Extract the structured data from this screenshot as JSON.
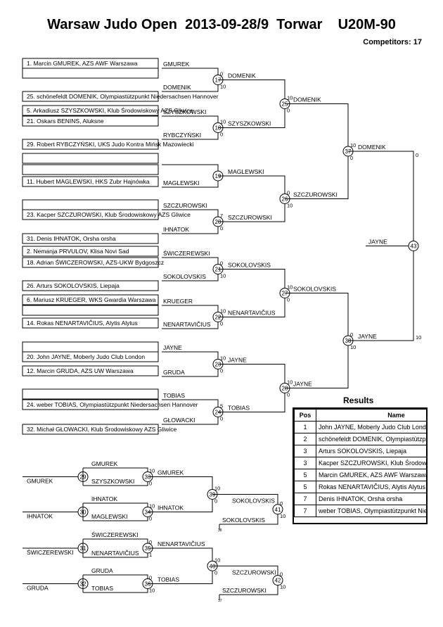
{
  "header": {
    "title": "Warsaw Judo Open  2013-09-28/9  Torwar    U20M-90",
    "competitors": "Competitors: 17"
  },
  "entries": [
    "1. Marcin GMUREK, AZS AWF Warszawa",
    "",
    "25. schönefeldt DOMENIK, Olympiastützpunkt Niedersachsen Hannover",
    "5. Arkadiusz SZYSZKOWSKI, Klub Środowiskowy AZS Gliwice",
    "21. Oskars BENINS, Aluksne",
    "29. Robert RYBCZYŃSKI, UKS Judo Kontra Mińsk Mazowiecki",
    "",
    "11. Hubert MAGLEWSKI, HKS Zubr Hajnówka",
    "",
    "23. Kacper SZCZUROWSKI, Klub Środowiskowy AZS Gliwice",
    "31. Denis IHNATOK, Orsha orsha",
    "2. Nemanja PRVULOV, Klisa Novi Sad",
    "18. Adrian ŚWICZEROWSKI, AZS-UKW Bydgoszcz",
    "26. Arturs SOKOLOVSKIS, Liepaja",
    "6. Mariusz KRUEGER, WKS Gwardia Warszawa",
    "14. Rokas   NENARTAVIČIUS, Alytis Alytus",
    "20. John JAYNE, Moberly Judo Club London",
    "12. Marcin GRUDA, AZS UW Warszawa",
    "24. weber TOBIAS, Olympiastützpunkt Niedersachsen Hannover",
    "32. Michał GŁOWACKI, Klub Środowiskowy AZS Gliwice"
  ],
  "main_draw": {
    "r1": [
      {
        "top": "GMUREK",
        "bottom": "DOMENIK",
        "match": "17",
        "score_top": "0",
        "score_bottom": "10"
      },
      {
        "top": "SZYSZKOWSKI",
        "bottom": "RYBCZYŃSKI",
        "match": "18",
        "score_top": "10",
        "score_bottom": "0"
      },
      {
        "top": "",
        "bottom": "MAGLEWSKI",
        "match": "19",
        "score_top": "",
        "score_bottom": ""
      },
      {
        "top": "SZCZUROWSKI",
        "bottom": "IHNATOK",
        "match": "20",
        "score_top": "7",
        "score_bottom": "0"
      },
      {
        "top": "ŚWICZEREWSKI",
        "bottom": "SOKOLOVSKIS",
        "match": "21",
        "score_top": "0",
        "score_bottom": "10"
      },
      {
        "top": "KRUEGER",
        "bottom": "NENARTAVIČIUS",
        "match": "22",
        "score_top": "10",
        "score_bottom": "0"
      },
      {
        "top": "JAYNE",
        "bottom": "GRUDA",
        "match": "23",
        "score_top": "10",
        "score_bottom": "0"
      },
      {
        "top": "TOBIAS",
        "bottom": "GŁOWACKI",
        "match": "24",
        "score_top": "5",
        "score_bottom": "0"
      }
    ],
    "r2": [
      {
        "top": "DOMENIK",
        "bottom": "SZYSZKOWSKI",
        "match": "25",
        "score_top": "10",
        "score_bottom": "0"
      },
      {
        "top": "MAGLEWSKI",
        "bottom": "SZCZUROWSKI",
        "match": "26",
        "score_top": "0",
        "score_bottom": "10"
      },
      {
        "top": "SOKOLOVSKIS",
        "bottom": "NENARTAVIČIUS",
        "match": "27",
        "score_top": "10",
        "score_bottom": "0"
      },
      {
        "top": "JAYNE",
        "bottom": "TOBIAS",
        "match": "28",
        "score_top": "10",
        "score_bottom": "0"
      }
    ],
    "r3": [
      {
        "top": "DOMENIK",
        "bottom": "SZCZUROWSKI",
        "match": "37",
        "score_top": "10",
        "score_bottom": "0"
      },
      {
        "top": "SOKOLOVSKIS",
        "bottom": "JAYNE",
        "match": "38",
        "score_top": "0",
        "score_bottom": "10"
      }
    ],
    "final": {
      "top": "DOMENIK",
      "bottom": "JAYNE",
      "match": "43",
      "score_top": "0",
      "score_bottom": "10"
    },
    "winner": "JAYNE"
  },
  "repechage": {
    "first": [
      {
        "top": "GMUREK",
        "bottom": "",
        "match": "29",
        "score_top": "",
        "score_bottom": ""
      },
      {
        "top": "IHNATOK",
        "bottom": "",
        "match": "30",
        "score_top": "",
        "score_bottom": ""
      },
      {
        "top": "ŚWICZEREWSKI",
        "bottom": "",
        "match": "31",
        "score_top": "",
        "score_bottom": ""
      },
      {
        "top": "GRUDA",
        "bottom": "",
        "match": "32",
        "score_top": "",
        "score_bottom": ""
      }
    ],
    "second": [
      {
        "top": "GMUREK",
        "bottom": "SZYSZKOWSKI",
        "match": "33",
        "score_top": "10",
        "score_bottom": "0"
      },
      {
        "top": "IHNATOK",
        "bottom": "MAGLEWSKI",
        "match": "34",
        "score_top": "10",
        "score_bottom": "0"
      },
      {
        "top": "ŚWICZEREWSKI",
        "bottom": "NENARTAVIČIUS",
        "match": "35",
        "score_top": "0",
        "score_bottom": "1"
      },
      {
        "top": "GRUDA",
        "bottom": "TOBIAS",
        "match": "36",
        "score_top": "0",
        "score_bottom": "10"
      }
    ],
    "third": [
      {
        "top": "GMUREK",
        "bottom": "IHNATOK",
        "match": "39",
        "score_top": "10",
        "score_bottom": "0"
      },
      {
        "top": "NENARTAVIČIUS",
        "bottom": "TOBIAS",
        "match": "40",
        "score_top": "10",
        "score_bottom": "0"
      }
    ],
    "bronze": [
      {
        "top": "GMUREK",
        "bottom": "SOKOLOVSKIS",
        "match": "41",
        "score_top": "0",
        "score_bottom": "10"
      },
      {
        "top": "NENARTAVIČIUS",
        "bottom": "SZCZUROWSKI",
        "match": "42",
        "score_top": "0",
        "score_bottom": "10"
      }
    ],
    "bronze_winners": [
      "SOKOLOVSKIS",
      "SZCZUROWSKI"
    ],
    "bronze_minutes": [
      "38",
      "37"
    ]
  },
  "results": {
    "title": "Results",
    "headers": [
      "Pos",
      "Name"
    ],
    "rows": [
      [
        "1",
        "John JAYNE, Moberly Judo Club London"
      ],
      [
        "2",
        "schönefeldt DOMENIK, Olympiastützpunkt Niedersachsen Hannover"
      ],
      [
        "3",
        "Arturs SOKOLOVSKIS, Liepaja"
      ],
      [
        "3",
        "Kacper SZCZUROWSKI, Klub Środowiskowy AZS Gliwice"
      ],
      [
        "5",
        "Marcin GMUREK, AZS AWF Warszawa"
      ],
      [
        "5",
        "Rokas   NENARTAVIČIUS, Alytis Alytus"
      ],
      [
        "7",
        "Denis IHNATOK, Orsha orsha"
      ],
      [
        "7",
        "weber TOBIAS, Olympiastützpunkt Niedersachsen Hannover"
      ]
    ]
  }
}
